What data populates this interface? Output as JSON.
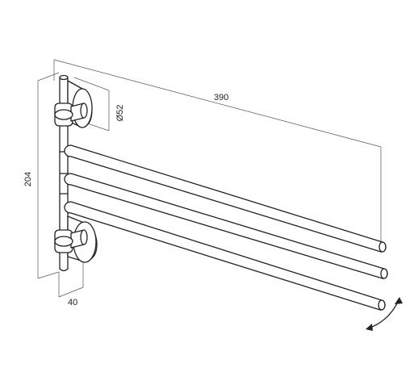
{
  "dimensions": {
    "length": "390",
    "height": "204",
    "depth": "40",
    "rosette_diameter": "Ø52"
  },
  "colors": {
    "line": "#222222",
    "dimension_line": "#555555",
    "background": "#ffffff"
  },
  "features": {
    "arm_count": 3,
    "rotation_arrow": "swing-arrow-icon"
  }
}
